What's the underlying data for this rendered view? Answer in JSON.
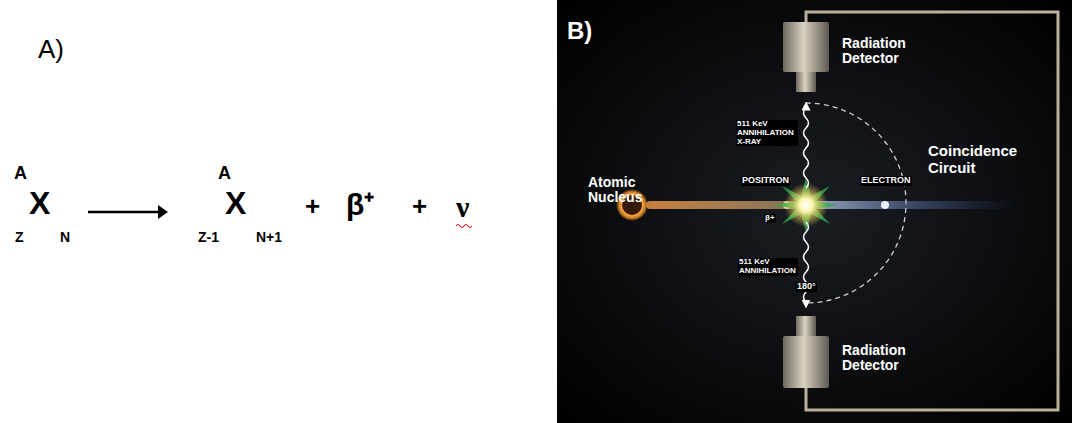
{
  "diagram": {
    "labels": [
      "A)",
      "A",
      "X",
      "Z",
      "N",
      "A",
      "Z-1",
      "X",
      "N+1",
      "+",
      "β⁺",
      "+",
      "ν",
      "B)",
      "Radiation Detector",
      "Coincidence Circuit",
      "511 KeV ANNIHILATION X-RAY",
      "Atomic Nucleus",
      "POSITRON",
      "β+",
      "ELECTRON",
      "511 KeV ANNIHILATION",
      "180°",
      "Radiation Detector"
    ]
  }
}
